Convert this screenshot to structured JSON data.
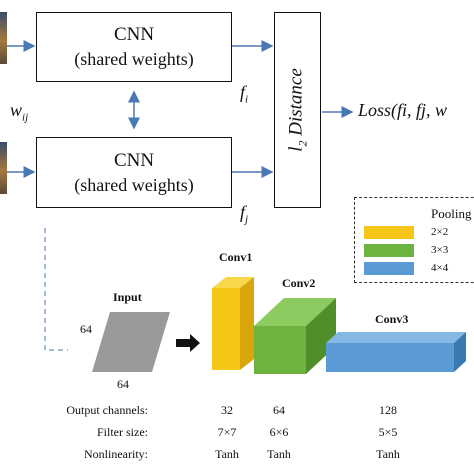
{
  "top": {
    "cnn_top_line1": "CNN",
    "cnn_top_line2": "(shared weights)",
    "cnn_bottom_line1": "CNN",
    "cnn_bottom_line2": "(shared weights)",
    "weight_label": "w",
    "weight_sub": "ij",
    "fi": "f",
    "fi_sub": "i",
    "fj": "f",
    "fj_sub": "j",
    "distance_l": "l",
    "distance_sub": "2",
    "distance_word": "Distance",
    "loss_text": "Loss(fi, fj, w"
  },
  "legend": {
    "title": "Pooling",
    "items": [
      {
        "label": "2×2",
        "color": "#f5c518"
      },
      {
        "label": "3×3",
        "color": "#6cb33f"
      },
      {
        "label": "4×4",
        "color": "#5b9bd5"
      }
    ]
  },
  "network": {
    "input_label": "Input",
    "input_h": "64",
    "input_w": "64",
    "conv1": "Conv1",
    "conv2": "Conv2",
    "conv3": "Conv3"
  },
  "table": {
    "rows": [
      {
        "label": "Output channels:",
        "values": [
          "32",
          "64",
          "128"
        ]
      },
      {
        "label": "Filter size:",
        "values": [
          "7×7",
          "6×6",
          "5×5"
        ]
      },
      {
        "label": "Nonlinearity:",
        "values": [
          "Tanh",
          "Tanh",
          "Tanh"
        ]
      }
    ]
  },
  "colors": {
    "arrow": "#4a78b5",
    "conv1": "#f5c518",
    "conv2": "#6cb33f",
    "conv3": "#5b9bd5",
    "input": "#9a9a9a"
  }
}
